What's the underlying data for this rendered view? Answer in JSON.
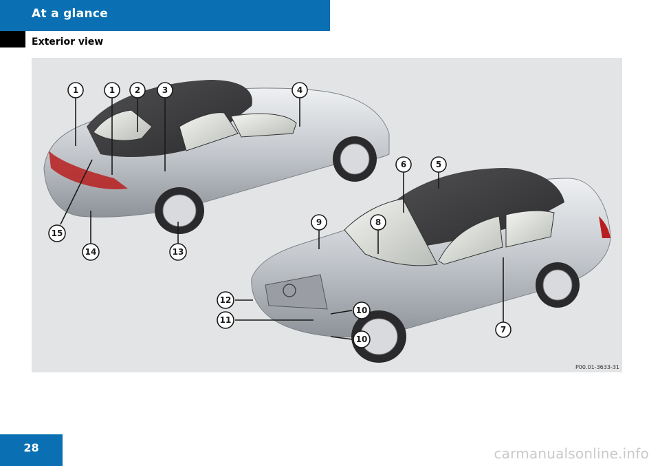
{
  "header": {
    "title": "At a glance"
  },
  "section": {
    "title": "Exterior view"
  },
  "figure": {
    "reference": "P00.01-3633-31",
    "callouts": [
      "1",
      "1",
      "2",
      "3",
      "4",
      "6",
      "5",
      "9",
      "8",
      "12",
      "10",
      "11",
      "10",
      "7",
      "15",
      "14",
      "13"
    ]
  },
  "footer": {
    "page_number": "28",
    "watermark": "carmanualsonline.info"
  },
  "colors": {
    "brand_blue": "#0a70b3",
    "figure_bg": "#e3e4e6",
    "roof": "#3a3a3c",
    "body": "#c9cdd2"
  }
}
